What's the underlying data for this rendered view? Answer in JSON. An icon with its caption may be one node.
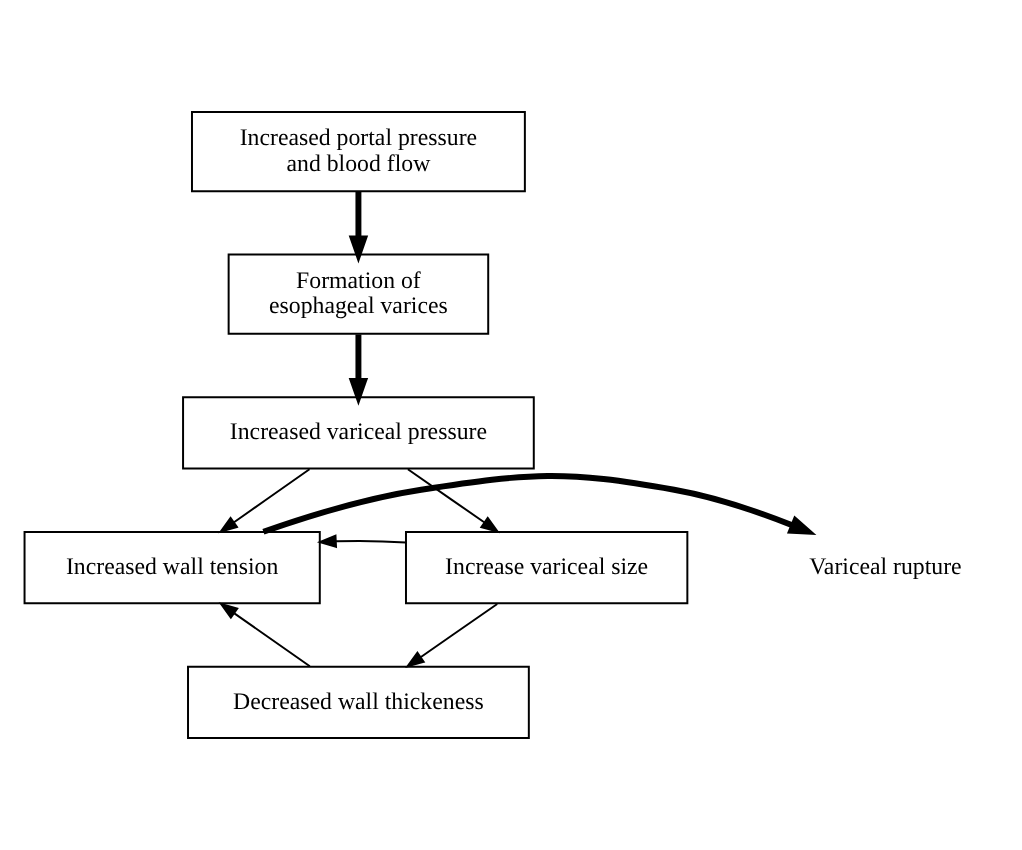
{
  "diagram": {
    "nodes": [
      {
        "text": [
          "Increased portal pressure and blood flow"
        ]
      },
      {
        "text": [
          "Formation of esophageal varices"
        ]
      },
      {
        "text": [
          "Increased variceal pressure"
        ]
      },
      {
        "text": [
          "Variceal rupture"
        ]
      },
      {
        "text": [
          "Increased wall tension"
        ]
      },
      {
        "text": [
          "Increase variceal size"
        ]
      },
      {
        "text": [
          "Decreased wall thickeness"
        ]
      }
    ],
    "edges": [
      {
        "from": 0,
        "to": 1,
        "arrow": "to",
        "style": "thick"
      },
      {
        "from": 1,
        "to": 2,
        "arrow": "to",
        "style": "thick"
      },
      {
        "from": 2,
        "to": 4,
        "arrow": "to"
      },
      {
        "from": 2,
        "to": 5,
        "arrow": "to"
      },
      {
        "from": 5,
        "to": 4,
        "arrow": "to"
      },
      {
        "from": 5,
        "to": 6,
        "arrow": "to"
      },
      {
        "from": 6,
        "to": 4,
        "arrow": "to"
      },
      {
        "from": 4,
        "to": 3,
        "arrow": "to",
        "style": "thick"
      }
    ]
  }
}
